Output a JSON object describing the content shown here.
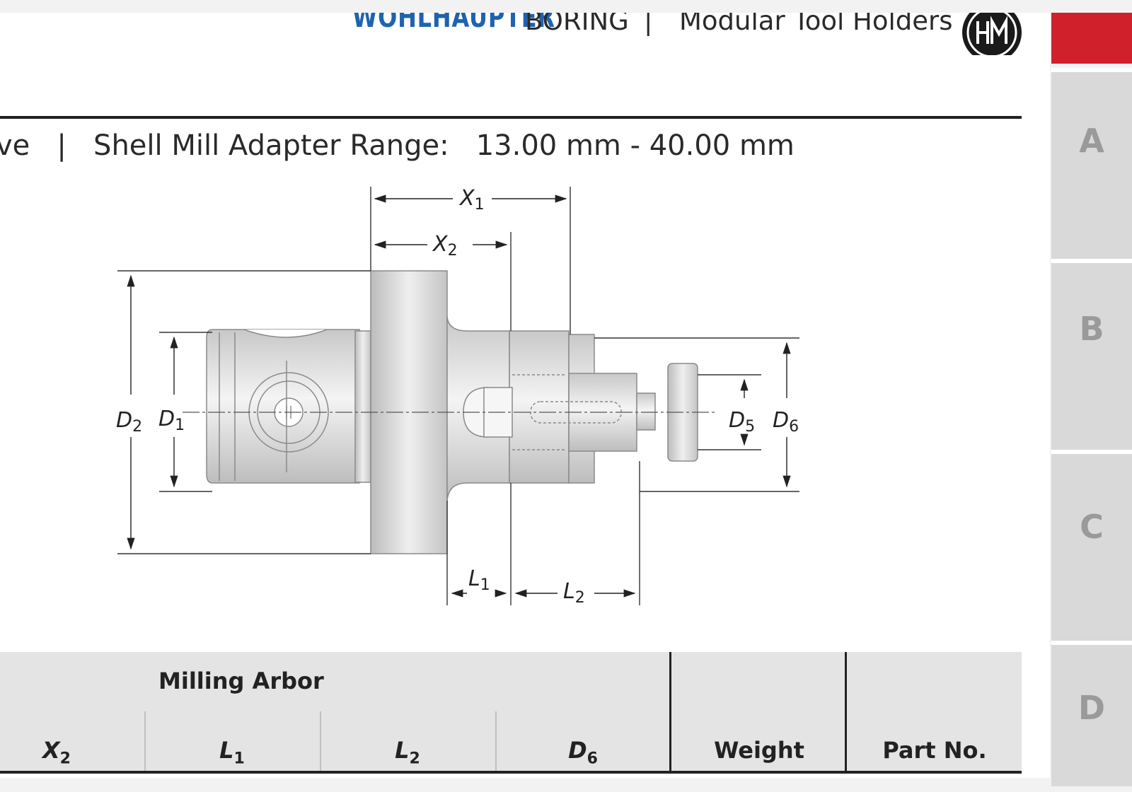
{
  "header": {
    "brand": "WOHLHAUPTER",
    "section": "BORING",
    "separator": "|",
    "category": "Modular Tool Holders",
    "logo_icon": "hmc-seal-logo",
    "accent_color": "#d0202b",
    "brand_color": "#1e63b0"
  },
  "subtitle": {
    "text": "ve   |   Shell Mill Adapter Range:   13.00 mm - 40.00 mm"
  },
  "drawing": {
    "labels": {
      "x1": "X",
      "x1_sub": "1",
      "x2": "X",
      "x2_sub": "2",
      "d1": "D",
      "d1_sub": "1",
      "d2": "D",
      "d2_sub": "2",
      "d5": "D",
      "d5_sub": "5",
      "d6": "D",
      "d6_sub": "6",
      "l1": "L",
      "l1_sub": "1",
      "l2": "L",
      "l2_sub": "2"
    }
  },
  "table": {
    "group_header": "Milling Arbor",
    "columns": [
      {
        "sym": "X",
        "sub": "2"
      },
      {
        "sym": "L",
        "sub": "1"
      },
      {
        "sym": "L",
        "sub": "2"
      },
      {
        "sym": "D",
        "sub": "6"
      }
    ],
    "weight": "Weight",
    "part_no": "Part No."
  },
  "side_tabs": [
    "A",
    "B",
    "C",
    "D"
  ]
}
